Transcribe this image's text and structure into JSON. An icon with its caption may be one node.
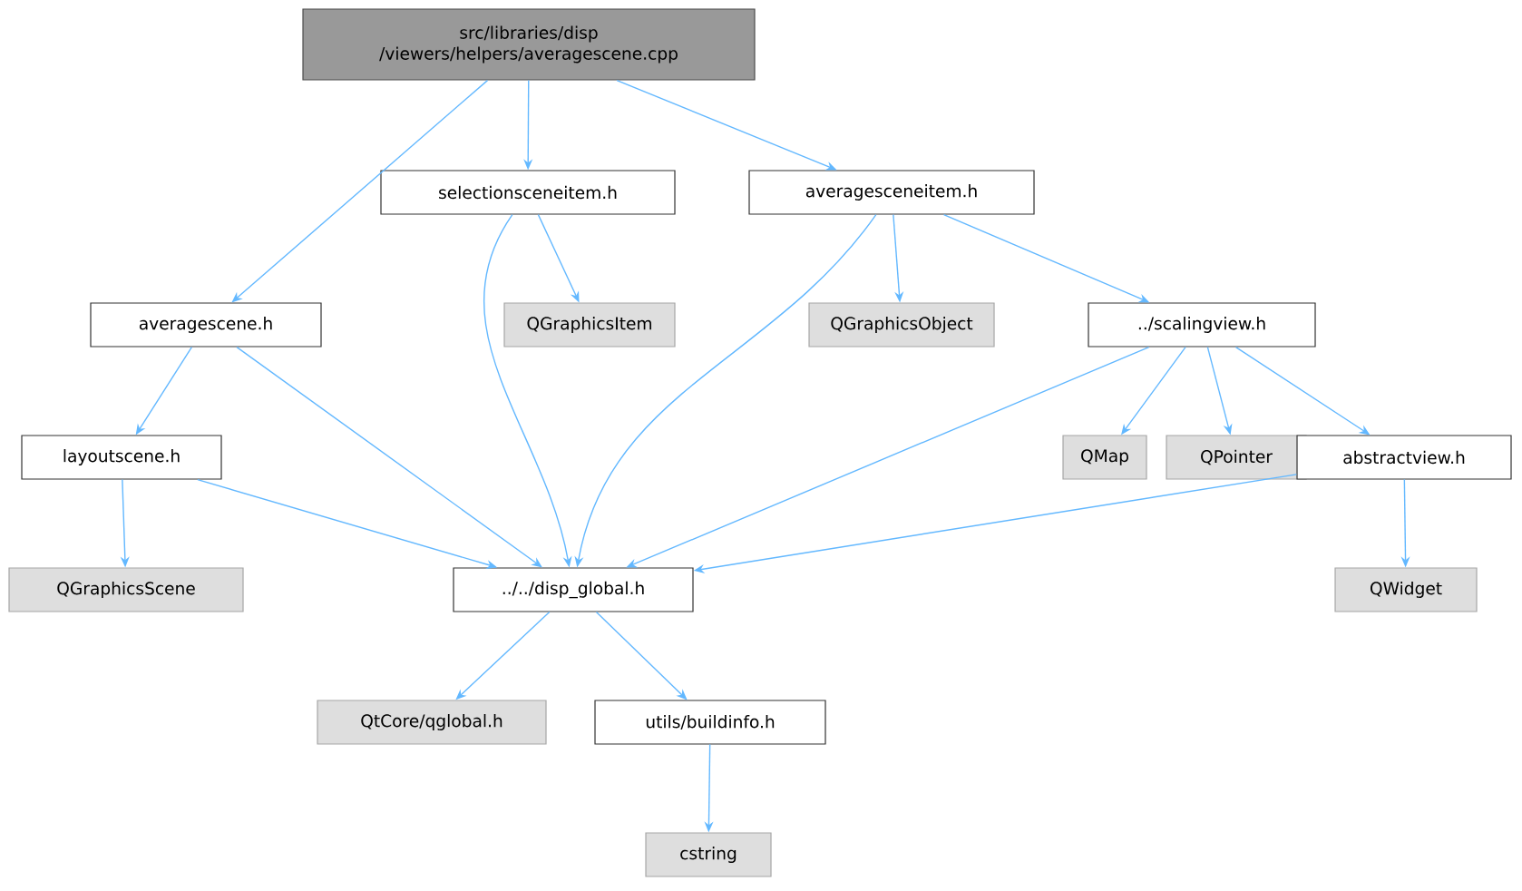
{
  "diagram": {
    "nodes": [
      {
        "text": [
          "src/libraries/disp /viewers/helpers/averagescene.cpp"
        ]
      },
      {
        "text": [
          "averagescene.h"
        ]
      },
      {
        "text": [
          "selectionsceneitem.h"
        ]
      },
      {
        "text": [
          "averagesceneitem.h"
        ]
      },
      {
        "text": [
          "layoutscene.h"
        ]
      },
      {
        "text": [
          "QGraphicsItem"
        ]
      },
      {
        "text": [
          "QGraphicsObject"
        ]
      },
      {
        "text": [
          "../scalingview.h"
        ]
      },
      {
        "text": [
          "QGraphicsScene"
        ]
      },
      {
        "text": [
          "../../disp_global.h"
        ]
      },
      {
        "text": [
          "QMap"
        ]
      },
      {
        "text": [
          "QPointer"
        ]
      },
      {
        "text": [
          "abstractview.h"
        ]
      },
      {
        "text": [
          "QWidget"
        ]
      },
      {
        "text": [
          "QtCore/qglobal.h"
        ]
      },
      {
        "text": [
          "utils/buildinfo.h"
        ]
      },
      {
        "text": [
          "cstring"
        ]
      }
    ],
    "edges": [
      {
        "from": 0,
        "to": 1,
        "arrow": "to"
      },
      {
        "from": 0,
        "to": 2,
        "arrow": "to"
      },
      {
        "from": 0,
        "to": 3,
        "arrow": "to"
      },
      {
        "from": 1,
        "to": 4,
        "arrow": "to"
      },
      {
        "from": 1,
        "to": 9,
        "arrow": "to"
      },
      {
        "from": 2,
        "to": 9,
        "arrow": "to"
      },
      {
        "from": 2,
        "to": 5,
        "arrow": "to"
      },
      {
        "from": 3,
        "to": 9,
        "arrow": "to"
      },
      {
        "from": 3,
        "to": 6,
        "arrow": "to"
      },
      {
        "from": 3,
        "to": 7,
        "arrow": "to"
      },
      {
        "from": 4,
        "to": 8,
        "arrow": "to"
      },
      {
        "from": 4,
        "to": 9,
        "arrow": "to"
      },
      {
        "from": 7,
        "to": 9,
        "arrow": "to"
      },
      {
        "from": 7,
        "to": 10,
        "arrow": "to"
      },
      {
        "from": 7,
        "to": 11,
        "arrow": "to"
      },
      {
        "from": 7,
        "to": 12,
        "arrow": "to"
      },
      {
        "from": 12,
        "to": 9,
        "arrow": "to"
      },
      {
        "from": 12,
        "to": 13,
        "arrow": "to"
      },
      {
        "from": 9,
        "to": 14,
        "arrow": "to"
      },
      {
        "from": 9,
        "to": 15,
        "arrow": "to"
      },
      {
        "from": 15,
        "to": 16,
        "arrow": "to"
      }
    ]
  }
}
